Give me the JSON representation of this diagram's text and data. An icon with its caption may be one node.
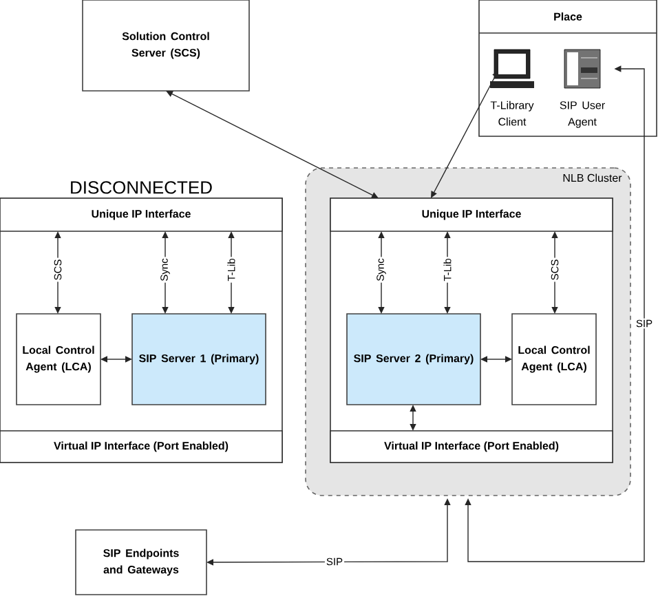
{
  "diagram": {
    "nodes": [
      {
        "text": [
          "Solution Control Server (SCS)"
        ]
      },
      {
        "text": [
          "Place"
        ]
      },
      {
        "text": [
          "T-Library Client"
        ],
        "in": 1
      },
      {
        "text": [
          "SIP User Agent"
        ],
        "in": 1
      },
      {
        "text": [
          "DISCONNECTED"
        ]
      },
      {
        "text": [
          "Unique IP Interface"
        ],
        "in": 4
      },
      {
        "text": [
          "Local Control Agent (LCA)"
        ],
        "in": 4
      },
      {
        "text": [
          "SIP Server 1 (Primary)"
        ],
        "in": 4
      },
      {
        "text": [
          "Virtual IP Interface (Port Enabled)"
        ],
        "in": 4
      },
      {
        "text": [
          "NLB Cluster"
        ]
      },
      {
        "text": [],
        "shape": "box",
        "in": 9
      },
      {
        "text": [
          "Unique IP Interface"
        ],
        "in": 10
      },
      {
        "text": [
          "SIP Server 2 (Primary)"
        ],
        "in": 10
      },
      {
        "text": [
          "Local Control Agent (LCA)"
        ],
        "in": 10
      },
      {
        "text": [
          "Virtual IP Interface (Port Enabled)"
        ],
        "in": 10
      },
      {
        "text": [
          "SIP Endpoints and Gateways"
        ]
      }
    ],
    "edges": [
      {
        "from": 0,
        "to": 11,
        "arrow": "both"
      },
      {
        "from": 2,
        "to": 11,
        "arrow": "both"
      },
      {
        "from": 5,
        "to": 6,
        "arrow": "both",
        "label": "SCS"
      },
      {
        "from": 5,
        "to": 7,
        "arrow": "both",
        "label": "Sync"
      },
      {
        "from": 5,
        "to": 7,
        "arrow": "both",
        "label": "T-Lib"
      },
      {
        "from": 6,
        "to": 7,
        "arrow": "both"
      },
      {
        "from": 11,
        "to": 12,
        "arrow": "both",
        "label": "Sync"
      },
      {
        "from": 11,
        "to": 12,
        "arrow": "both",
        "label": "T-Lib"
      },
      {
        "from": 11,
        "to": 13,
        "arrow": "both",
        "label": "SCS"
      },
      {
        "from": 12,
        "to": 13,
        "arrow": "both"
      },
      {
        "from": 12,
        "to": 14,
        "arrow": "both"
      },
      {
        "from": 15,
        "to": 9,
        "arrow": "both",
        "label": "SIP"
      },
      {
        "from": 3,
        "to": 9,
        "arrow": "both",
        "label": "SIP"
      }
    ]
  }
}
